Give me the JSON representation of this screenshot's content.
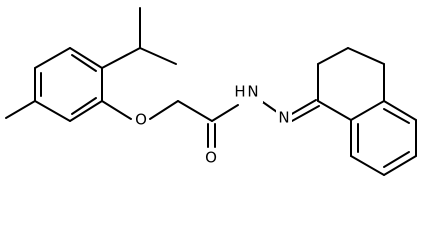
{
  "structure": {
    "atoms": [
      {
        "id": "O1",
        "label": "O"
      },
      {
        "id": "O2",
        "label": "O"
      },
      {
        "id": "N1",
        "label": "N"
      },
      {
        "id": "N2",
        "label": "N"
      }
    ],
    "hydrogen_label": "H"
  }
}
